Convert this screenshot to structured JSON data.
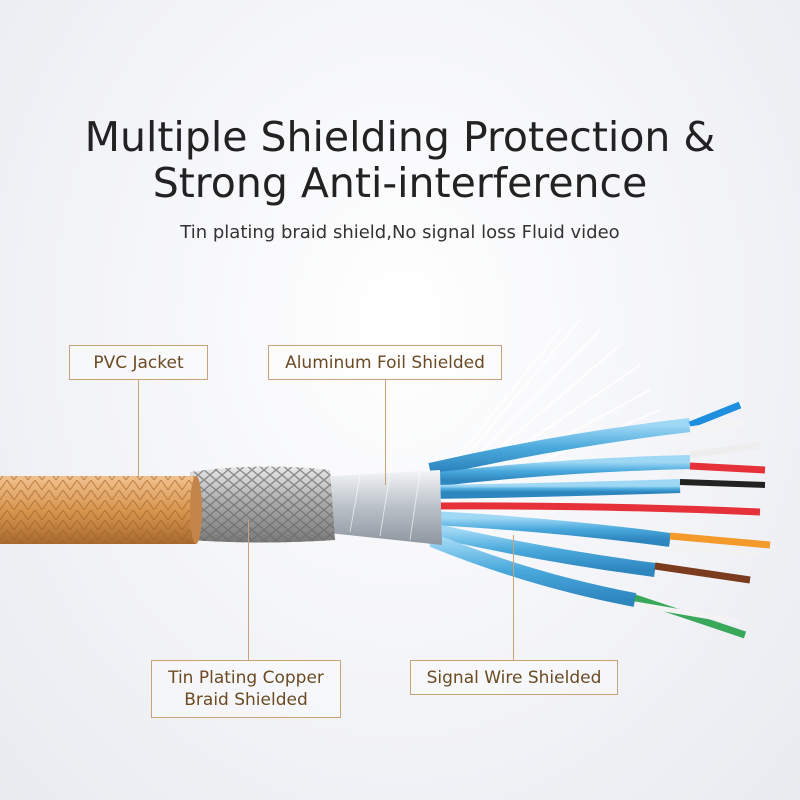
{
  "header": {
    "title_line1": "Multiple Shielding Protection &",
    "title_line2": "Strong Anti-interference",
    "subtitle": "Tin plating braid shield,No signal loss Fluid video"
  },
  "labels": {
    "pvc_jacket": "PVC Jacket",
    "aluminum_foil": "Aluminum Foil Shielded",
    "tin_braid_line1": "Tin Plating Copper",
    "tin_braid_line2": "Braid Shielded",
    "signal_wire": "Signal Wire Shielded"
  },
  "colors": {
    "jacket": "#d99b5e",
    "braid": "#b7b7b7",
    "foil": "#cfd4da",
    "wire_shield": "#5bb6e6",
    "label_border": "#c9a27a",
    "label_text": "#6b4a24"
  }
}
